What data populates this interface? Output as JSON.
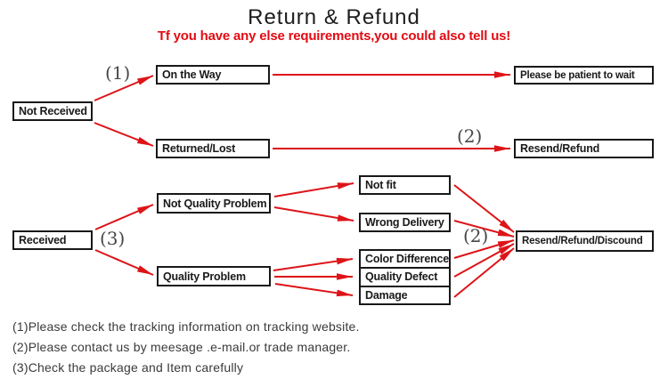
{
  "title": "Return & Refund",
  "subtitle": "Tf you have any else requirements,you could also tell us!",
  "colors": {
    "arrow_red": "#dd1418",
    "subtitle_red": "#e30b13",
    "box_border": "#181818",
    "text": "#1a1a1a"
  },
  "nodes": {
    "not_received": "Not Received",
    "on_the_way": "On the Way",
    "returned_lost": "Returned/Lost",
    "please_wait": "Please be patient to wait",
    "resend_refund": "Resend/Refund",
    "received": "Received",
    "not_quality_problem": "Not Quality Problem",
    "quality_problem": "Quality Problem",
    "not_fit": "Not fit",
    "wrong_delivery": "Wrong Delivery",
    "color_difference": "Color Difference",
    "quality_defect": "Quality Defect",
    "damage": "Damage",
    "resend_refund_discound": "Resend/Refund/Discound"
  },
  "refs": {
    "r1": "(1)",
    "r2_top": "(2)",
    "r3": "(3)",
    "r2_mid": "(2)"
  },
  "notes": {
    "n1": "(1)Please check the tracking information on tracking website.",
    "n2": "(2)Please contact us by meesage .e-mail.or trade manager.",
    "n3": "(3)Check the package and Item carefully"
  }
}
